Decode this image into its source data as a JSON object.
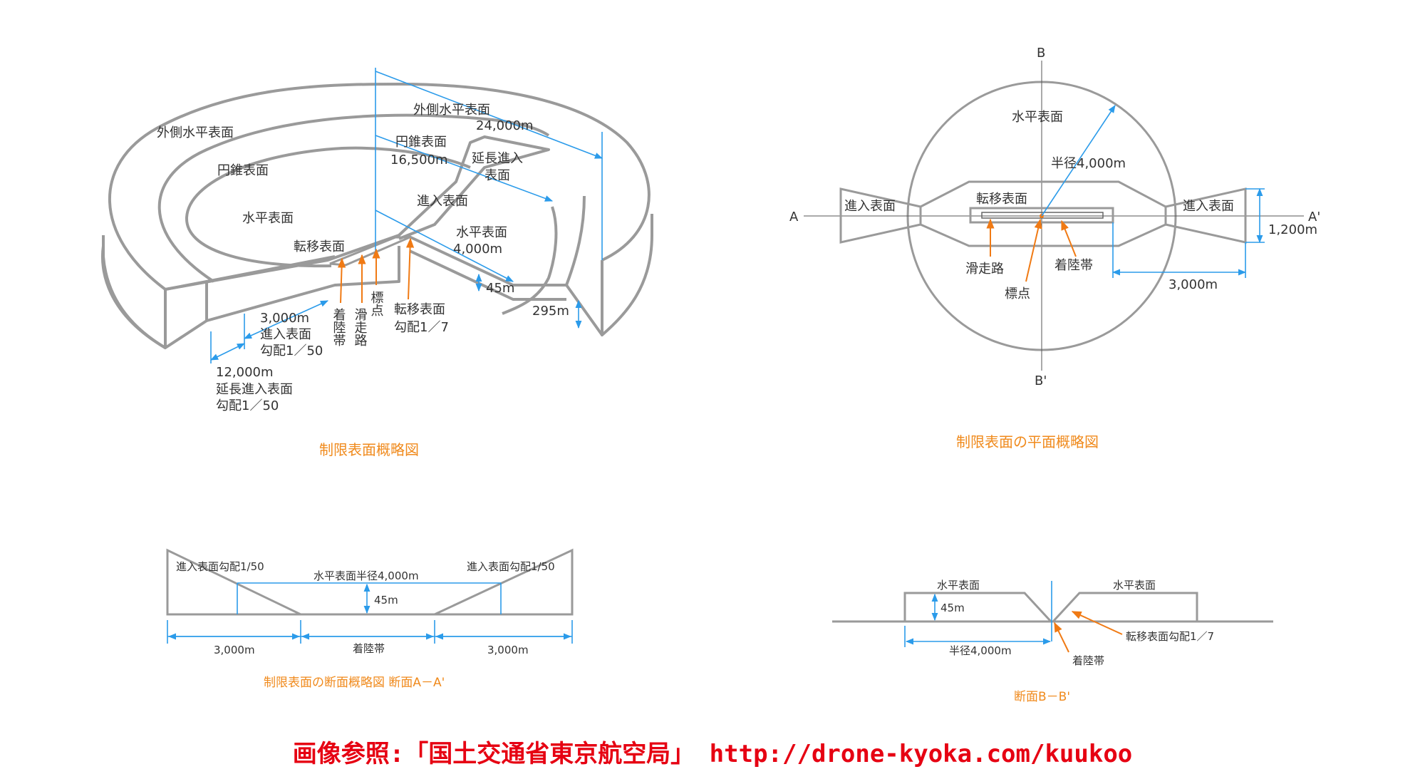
{
  "colors": {
    "gray": "#9a9a9a",
    "blue": "#2b9bea",
    "orange": "#f07a14",
    "caption": "#f08a1c",
    "footer": "#e60012"
  },
  "iso": {
    "outer_horizontal": "外側水平表面",
    "conical": "円錐表面",
    "horizontal": "水平表面",
    "transitional": "転移表面",
    "outer_horizontal_r": "外側水平表面",
    "r24000": "24,000m",
    "conical_r": "円錐表面",
    "r16500": "16,500m",
    "ext_approach1": "延長進入",
    "ext_approach2": "表面",
    "approach": "進入表面",
    "horizontal_r": "水平表面",
    "r4000": "4,000m",
    "h45": "45m",
    "h295": "295m",
    "d3000": "3,000m",
    "approach_s": "進入表面",
    "grade150": "勾配1／50",
    "d12000": "12,000m",
    "ext_approach_s": "延長進入表面",
    "grade150b": "勾配1／50",
    "landing_strip": "着陸帯",
    "runway": "滑走路",
    "ref_point": "標点",
    "trans_label": "転移表面",
    "grade17": "勾配1／7",
    "caption": "制限表面概略図"
  },
  "plan": {
    "b": "B",
    "b2": "B'",
    "a": "A",
    "a2": "A'",
    "horizontal": "水平表面",
    "radius": "半径4,000m",
    "transitional": "転移表面",
    "approach_l": "進入表面",
    "approach_r": "進入表面",
    "w1200": "1,200m",
    "runway": "滑走路",
    "landing": "着陸帯",
    "ref_point": "標点",
    "d3000": "3,000m",
    "caption": "制限表面の平面概略図"
  },
  "secA": {
    "approach_l": "進入表面勾配1/50",
    "approach_r": "進入表面勾配1/50",
    "radius": "水平表面半径4,000m",
    "h45": "45m",
    "d3000l": "3,000m",
    "landing": "着陸帯",
    "d3000r": "3,000m",
    "caption": "制限表面の断面概略図 断面A－A'"
  },
  "secB": {
    "horizontal_l": "水平表面",
    "horizontal_r": "水平表面",
    "h45": "45m",
    "radius": "半径4,000m",
    "trans": "転移表面勾配1／7",
    "landing": "着陸帯",
    "caption": "断面B－B'"
  },
  "footer": "画像参照:「国土交通省東京航空局」 http://drone-kyoka.com/kuukoo"
}
